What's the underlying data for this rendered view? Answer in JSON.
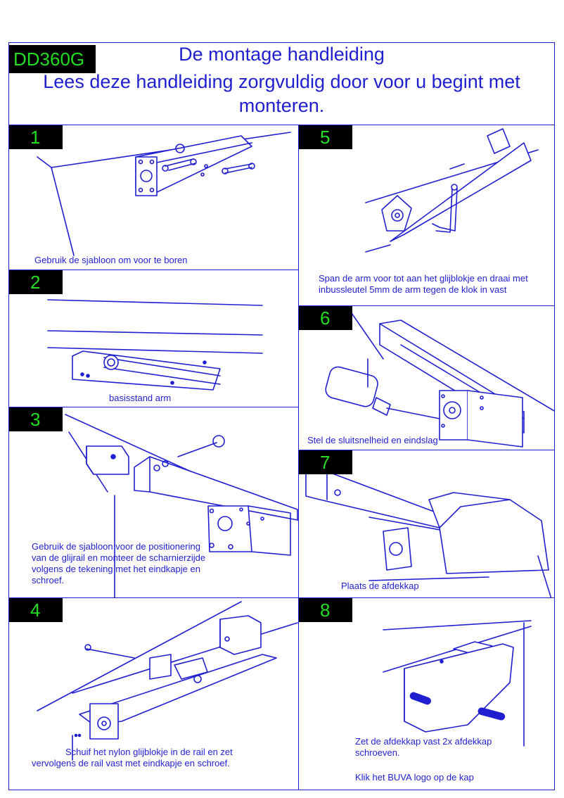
{
  "header": {
    "model": "DD360G",
    "title": "De montage handleiding",
    "subtitle": "Lees deze handleiding zorgvuldig door voor u begint met monteren."
  },
  "steps": [
    {
      "number": "1",
      "caption": "Gebruik de sjabloon om voor te boren"
    },
    {
      "number": "2",
      "caption": "basisstand arm"
    },
    {
      "number": "3",
      "caption": "Gebruik de sjabloon voor de positionering van de glijrail en monteer de scharnierzijde volgens de tekening met het eindkapje en schroef."
    },
    {
      "number": "4",
      "caption": "Schuif het nylon glijblokje in de rail en zet vervolgens de rail vast met eindkapje en schroef."
    },
    {
      "number": "5",
      "caption": "Span de arm voor tot aan het glijblokje en draai met inbussleutel 5mm de arm tegen de klok in vast"
    },
    {
      "number": "6",
      "caption": "Stel de sluitsnelheid en eindslag"
    },
    {
      "number": "7",
      "caption": "Plaats de afdekkap"
    },
    {
      "number": "8",
      "caption": "Zet de afdekkap vast 2x afdekkap schroeven.",
      "caption2": "Klik het BUVA logo op de kap"
    }
  ]
}
